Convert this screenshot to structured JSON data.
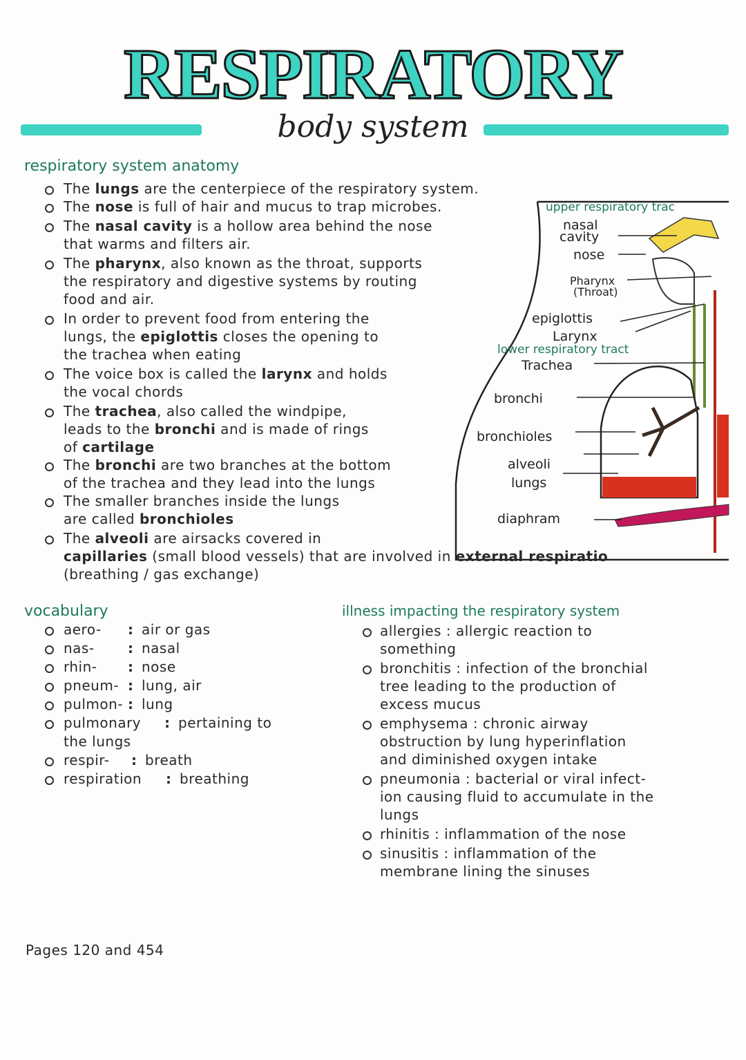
{
  "title": "RESPIRATORY",
  "subtitle": "body system",
  "anatomy": {
    "heading": "respiratory system anatomy",
    "bullets": [
      [
        [
          {
            "t": "The "
          },
          {
            "t": "lungs",
            "b": 1
          },
          {
            "t": " are the centerpiece of the respiratory system."
          }
        ]
      ],
      [
        [
          {
            "t": "The "
          },
          {
            "t": "nose",
            "b": 1
          },
          {
            "t": " is full of hair and mucus to trap microbes."
          }
        ]
      ],
      [
        [
          {
            "t": "The "
          },
          {
            "t": "nasal cavity",
            "b": 1
          },
          {
            "t": " is a hollow area behind the nose"
          }
        ],
        [
          {
            "t": "that warms and filters air."
          }
        ]
      ],
      [
        [
          {
            "t": "The "
          },
          {
            "t": "pharynx",
            "b": 1
          },
          {
            "t": ", also known as the throat, supports"
          }
        ],
        [
          {
            "t": "the respiratory and digestive systems by routing"
          }
        ],
        [
          {
            "t": "food and air."
          }
        ]
      ],
      [
        [
          {
            "t": "In order to prevent food from entering the"
          }
        ],
        [
          {
            "t": "lungs, the "
          },
          {
            "t": "epiglottis",
            "b": 1
          },
          {
            "t": " closes the opening to"
          }
        ],
        [
          {
            "t": "the trachea when eating"
          }
        ]
      ],
      [
        [
          {
            "t": "The voice box is called the "
          },
          {
            "t": "larynx",
            "b": 1
          },
          {
            "t": " and holds"
          }
        ],
        [
          {
            "t": "the vocal chords"
          }
        ]
      ],
      [
        [
          {
            "t": "The "
          },
          {
            "t": "trachea",
            "b": 1
          },
          {
            "t": ", also called the windpipe,"
          }
        ],
        [
          {
            "t": "leads to the "
          },
          {
            "t": "bronchi",
            "b": 1
          },
          {
            "t": " and is made of rings"
          }
        ],
        [
          {
            "t": "of "
          },
          {
            "t": "cartilage",
            "b": 1
          }
        ]
      ],
      [
        [
          {
            "t": "The "
          },
          {
            "t": "bronchi",
            "b": 1
          },
          {
            "t": " are two branches at the bottom"
          }
        ],
        [
          {
            "t": "of the trachea and they lead into the lungs"
          }
        ]
      ],
      [
        [
          {
            "t": "The smaller branches inside the lungs"
          }
        ],
        [
          {
            "t": "are called "
          },
          {
            "t": "bronchioles",
            "b": 1
          }
        ]
      ],
      [
        [
          {
            "t": "The "
          },
          {
            "t": "alveoli",
            "b": 1
          },
          {
            "t": " are airsacks covered in"
          }
        ],
        [
          {
            "t": "capillaries",
            "b": 1
          },
          {
            "t": " (small blood vessels) that are involved in "
          },
          {
            "t": "external respiratio",
            "b": 1
          }
        ],
        [
          {
            "t": "(breathing / gas exchange)"
          }
        ]
      ]
    ]
  },
  "diagram": {
    "upper_label": "upper respiratory trac",
    "lower_label": "lower respiratory tract",
    "labels": [
      "nasal",
      "cavity",
      "nose",
      "Pharynx",
      "(Throat)",
      "epiglottis",
      "Larynx",
      "Trachea",
      "bronchi",
      "bronchioles",
      "alveoli",
      "lungs",
      "diaphram"
    ]
  },
  "vocabulary": {
    "heading": "vocabulary",
    "items": [
      {
        "term": "aero-",
        "def": "air or gas"
      },
      {
        "term": "nas-",
        "def": "nasal"
      },
      {
        "term": "rhin-",
        "def": "nose"
      },
      {
        "term": "pneum-",
        "def": "lung, air"
      },
      {
        "term": "pulmon-",
        "def": "lung"
      },
      {
        "term": "pulmonary",
        "def": "pertaining to",
        "def2": "the lungs"
      },
      {
        "term": "respir-",
        "def": "breath"
      },
      {
        "term": "respiration",
        "def": "breathing"
      }
    ]
  },
  "illness": {
    "heading": "illness impacting the respiratory system",
    "items": [
      {
        "lines": [
          "allergies : allergic reaction to",
          "something"
        ]
      },
      {
        "lines": [
          "bronchitis : infection of the bronchial",
          "tree leading to the production of",
          "excess mucus"
        ]
      },
      {
        "lines": [
          "emphysema : chronic airway",
          "obstruction by lung hyperinflation",
          "and diminished oxygen intake"
        ]
      },
      {
        "lines": [
          "pneumonia : bacterial or viral infect-",
          "ion causing fluid to accumulate in the",
          "lungs"
        ]
      },
      {
        "lines": [
          "rhinitis : inflammation of the nose"
        ]
      },
      {
        "lines": [
          "sinusitis : inflammation of the",
          "membrane lining the sinuses"
        ]
      }
    ]
  },
  "footer": "Pages 120 and 454",
  "colors": {
    "teal": "#3fd3c3",
    "green": "#1f7a5c",
    "red": "#d8321f",
    "magenta": "#c2185b"
  }
}
